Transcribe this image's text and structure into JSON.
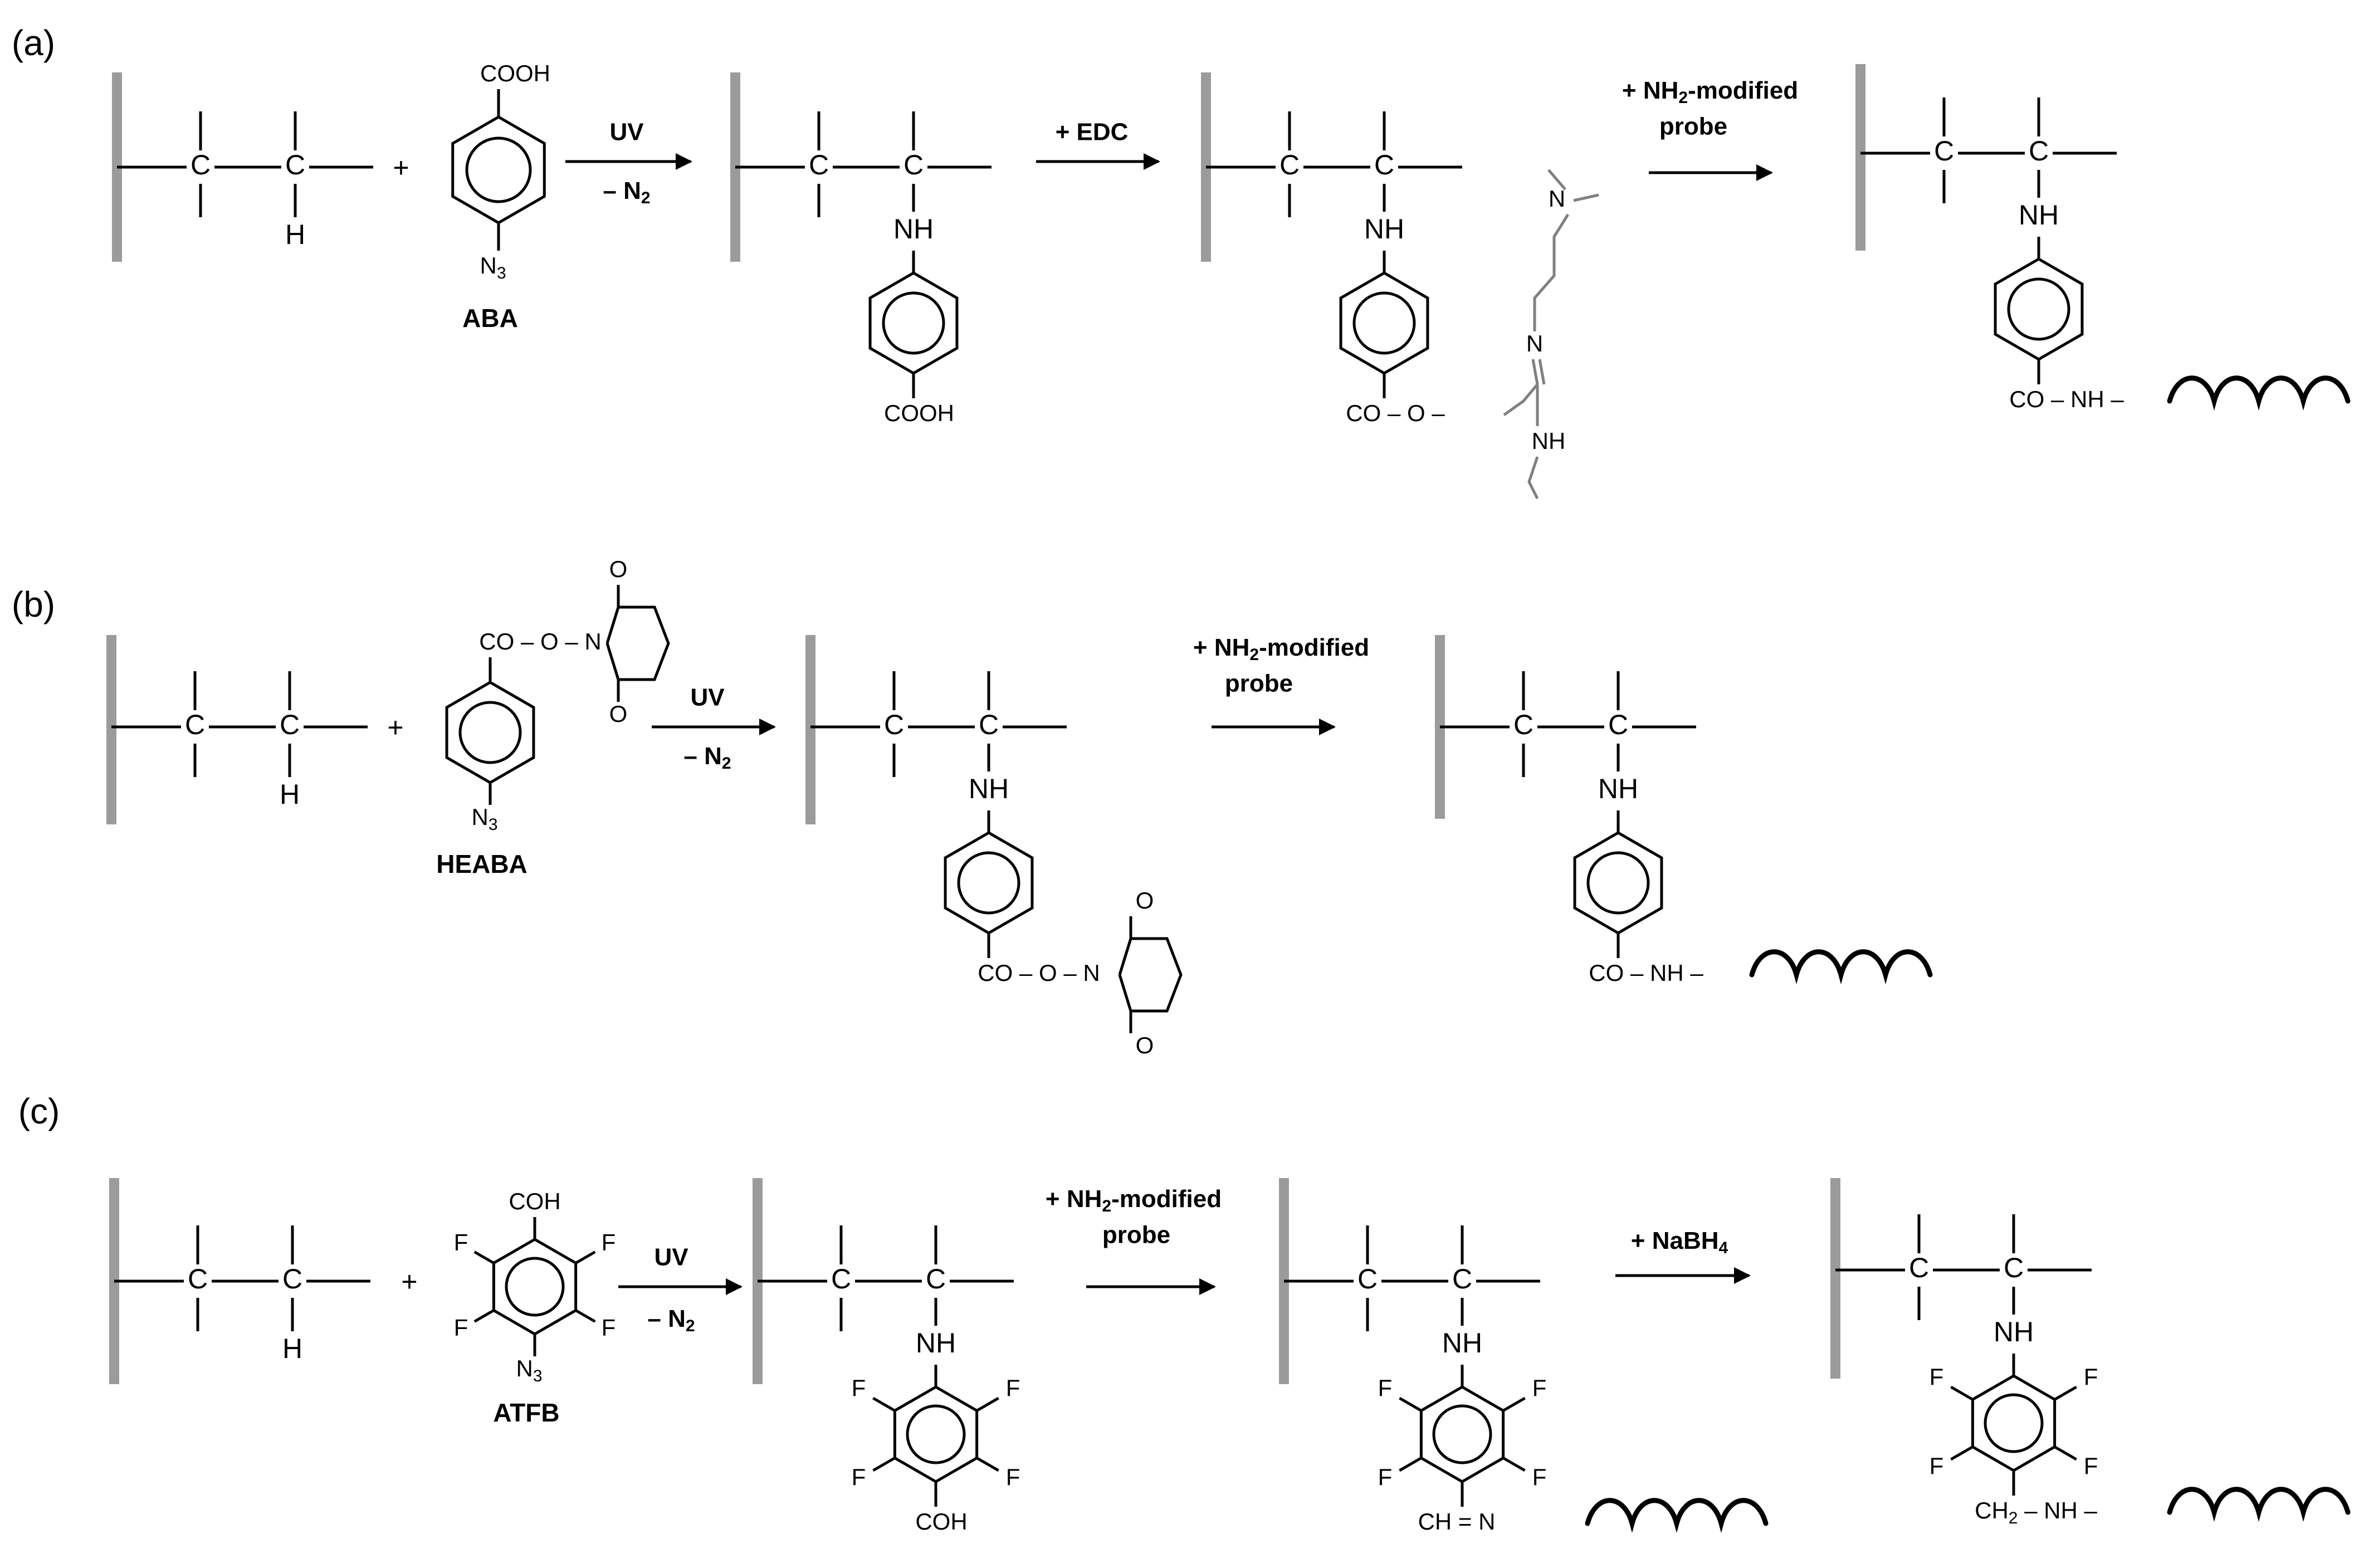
{
  "panels": [
    {
      "label": "(a)",
      "reagent_name": "ABA",
      "reagent_top": "COOH",
      "reagent_bottom": "N",
      "reagent_bottom_sub": "3",
      "arrow1_top": "UV",
      "arrow1_bottom": "– N",
      "arrow1_bottom_sub": "2",
      "arrow2_top": "+ EDC",
      "arrow3_line1_pre": "+ NH",
      "arrow3_line1_sub": "2",
      "arrow3_line1_post": "-modified",
      "arrow3_line2": "probe",
      "p1_tail": "COOH",
      "p2_tail": "CO – O –",
      "edc_n1": "N",
      "edc_n2": "N",
      "edc_nh": "NH",
      "p3_tail": "CO – NH –"
    },
    {
      "label": "(b)",
      "reagent_name": "HEABA",
      "reagent_top": "CO – O – N",
      "reagent_bottom": "N",
      "reagent_bottom_sub": "3",
      "o_label": "O",
      "arrow1_top": "UV",
      "arrow1_bottom": "– N",
      "arrow1_bottom_sub": "2",
      "arrow2_line1_pre": "+ NH",
      "arrow2_line1_sub": "2",
      "arrow2_line1_post": "-modified",
      "arrow2_line2": "probe",
      "p1_tail": "CO – O – N",
      "p2_tail": "CO – NH –"
    },
    {
      "label": "(c)",
      "reagent_name": "ATFB",
      "reagent_top": "COH",
      "reagent_bottom": "N",
      "reagent_bottom_sub": "3",
      "f_label": "F",
      "arrow1_top": "UV",
      "arrow1_bottom": "– N",
      "arrow1_bottom_sub": "2",
      "arrow2_line1_pre": "+ NH",
      "arrow2_line1_sub": "2",
      "arrow2_line1_post": "-modified",
      "arrow2_line2": "probe",
      "arrow3_pre": "+ NaBH",
      "arrow3_sub": "4",
      "p1_tail": "COH",
      "p2_tail": "CH = N",
      "p3_tail_pre": "CH",
      "p3_tail_sub": "2",
      "p3_tail_post": " – NH –"
    }
  ],
  "atoms": {
    "carbon": "C",
    "hydrogen": "H",
    "amine": "NH",
    "plus": "+"
  }
}
